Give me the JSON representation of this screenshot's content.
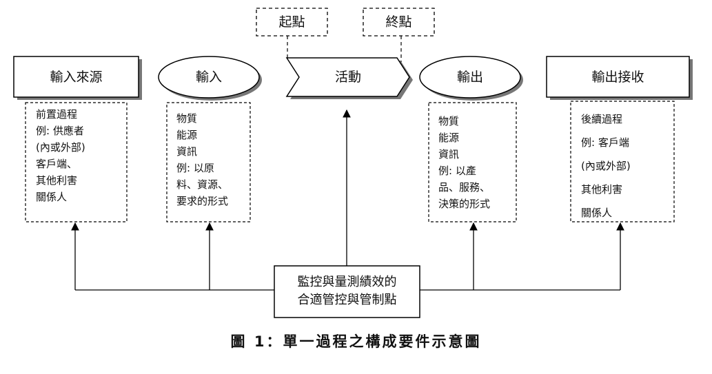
{
  "top_labels": {
    "start": "起點",
    "end": "終點"
  },
  "main_flow": {
    "input_source": "輸入來源",
    "input": "輸入",
    "activity": "活動",
    "output": "輸出",
    "output_receiver": "輸出接收"
  },
  "details": {
    "input_source": [
      "前置過程",
      "例: 供應者",
      "(內或外部)",
      "客戶端、",
      "其他利害",
      "關係人"
    ],
    "input": [
      "物質",
      "能源",
      "資訊",
      "例: 以原",
      "料、資源、",
      "要求的形式"
    ],
    "output": [
      "物質",
      "能源",
      "資訊",
      "例: 以產",
      "品、服務、",
      "決策的形式"
    ],
    "output_receiver": [
      "後續過程",
      "例: 客戶端",
      "(內或外部)",
      "其他利害",
      "關係人"
    ]
  },
  "control": {
    "line1": "監控與量測績效的",
    "line2": "合適管控與管制點"
  },
  "caption": "圖 1：單一過程之構成要件示意圖",
  "colors": {
    "line": "#000000",
    "background": "#ffffff"
  }
}
